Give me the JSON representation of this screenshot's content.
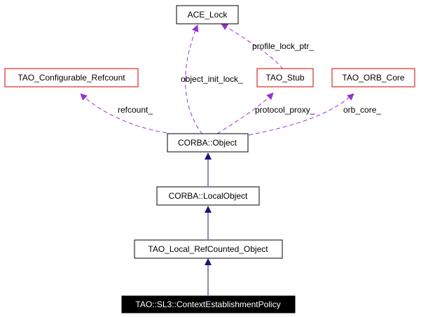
{
  "colors": {
    "inheritance_edge": "#191970",
    "usage_edge": "#9a32cd",
    "normal_border": "#000000",
    "external_border": "#cc0000",
    "focus_fill": "#000000",
    "focus_text": "#ffffff"
  },
  "nodes": {
    "ace_lock": "ACE_Lock",
    "tao_configurable_refcount": "TAO_Configurable_Refcount",
    "tao_stub": "TAO_Stub",
    "tao_orb_core": "TAO_ORB_Core",
    "corba_object": "CORBA::Object",
    "corba_localobject": "CORBA::LocalObject",
    "tao_local_refcounted_object": "TAO_Local_RefCounted_Object",
    "context_establishment_policy": "TAO::SL3::ContextEstablishmentPolicy"
  },
  "edge_labels": {
    "object_init_lock": "object_init_lock_",
    "profile_lock_ptr": "profile_lock_ptr_",
    "refcount": "refcount_",
    "protocol_proxy": "protocol_proxy_",
    "orb_core": "orb_core_"
  }
}
